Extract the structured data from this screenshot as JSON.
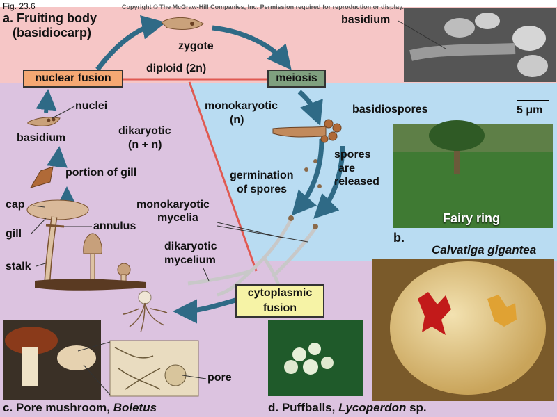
{
  "header": {
    "figure_number": "Fig. 23.6",
    "copyright": "Copyright © The McGraw-Hill Companies, Inc. Permission required for reproduction or display."
  },
  "colors": {
    "pink_region": "#f6c6c6",
    "purple_region": "#dcc3e0",
    "blue_region": "#b9dcf2",
    "nuclear_fusion_box": "#f5a873",
    "meiosis_box": "#7fa07f",
    "cytoplasmic_box": "#f6f3a6",
    "arrow": "#2f6a86",
    "red_line": "#e05a52"
  },
  "sections": {
    "a_title_line1": "a. Fruiting body",
    "a_title_line2": "(basidiocarp)",
    "b_label": "b.",
    "c_label_prefix": "c. Pore mushroom, ",
    "c_label_genus": "Boletus",
    "d_label_prefix": "d. Puffballs, ",
    "d_label_genus": "Lycoperdon",
    "d_label_suffix": " sp."
  },
  "boxes": {
    "nuclear_fusion": "nuclear fusion",
    "meiosis": "meiosis",
    "cytoplasmic_line1": "cytoplasmic",
    "cytoplasmic_line2": "fusion"
  },
  "labels": {
    "zygote": "zygote",
    "diploid": "diploid (2n)",
    "monokaryotic_line1": "monokaryotic",
    "monokaryotic_line2": "(n)",
    "basidiospores": "basidiospores",
    "spores_line1": "spores",
    "spores_line2": "are",
    "spores_line3": "released",
    "germination_line1": "germination",
    "germination_line2": "of spores",
    "mono_mycelia_line1": "monokaryotic",
    "mono_mycelia_line2": "mycelia",
    "dika_mycelium_line1": "dikaryotic",
    "dika_mycelium_line2": "mycelium",
    "dikaryotic_line1": "dikaryotic",
    "dikaryotic_line2": "(n + n)",
    "nuclei": "nuclei",
    "basidium_left": "basidium",
    "portion_of_gill": "portion of gill",
    "cap": "cap",
    "gill": "gill",
    "annulus": "annulus",
    "stalk": "stalk",
    "pore": "pore",
    "basidium_photo": "basidium",
    "scale": "5 μm",
    "fairy_ring": "Fairy ring",
    "calvatia": "Calvatiga gigantea"
  }
}
